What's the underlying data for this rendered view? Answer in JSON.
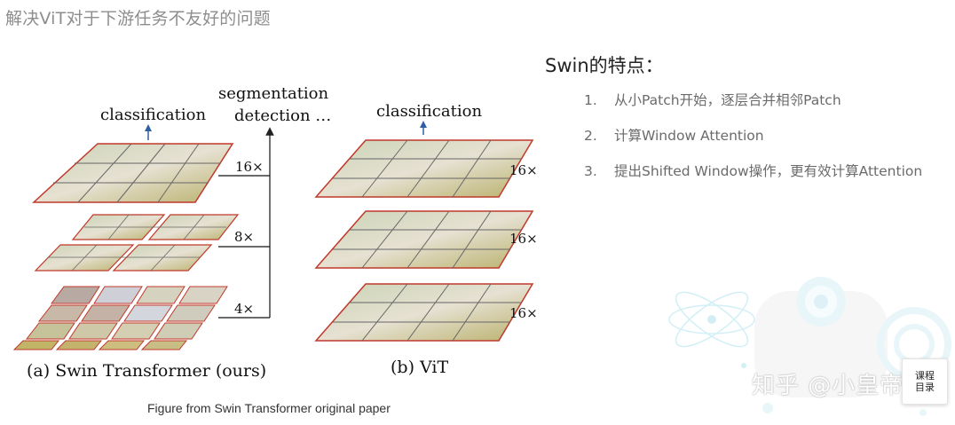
{
  "page": {
    "title": "解决ViT对于下游任务不友好的问题"
  },
  "figure": {
    "swin": {
      "top_label": "classification",
      "side_label_1": "segmentation",
      "side_label_2": "detection …",
      "scale_16": "16×",
      "scale_8": "8×",
      "scale_4": "4×",
      "caption": "(a) Swin Transformer (ours)"
    },
    "vit": {
      "top_label": "classification",
      "scale_1": "16×",
      "scale_2": "16×",
      "scale_3": "16×",
      "caption": "(b) ViT"
    },
    "source_caption": "Figure from Swin Transformer original paper"
  },
  "panel": {
    "title": "Swin的特点：",
    "features": [
      {
        "num": "1.",
        "text": "从小Patch开始，逐层合并相邻Patch"
      },
      {
        "num": "2.",
        "text": "计算Window Attention"
      },
      {
        "num": "3.",
        "text": "提出Shifted Window操作，更有效计算Attention"
      }
    ]
  },
  "watermark": {
    "text": "知乎 @小皇帝"
  },
  "toc_button": {
    "label": "课程目录"
  },
  "colors": {
    "frame": "#c0392b",
    "arrow": "#2f5fa3",
    "grid": "#555555"
  }
}
